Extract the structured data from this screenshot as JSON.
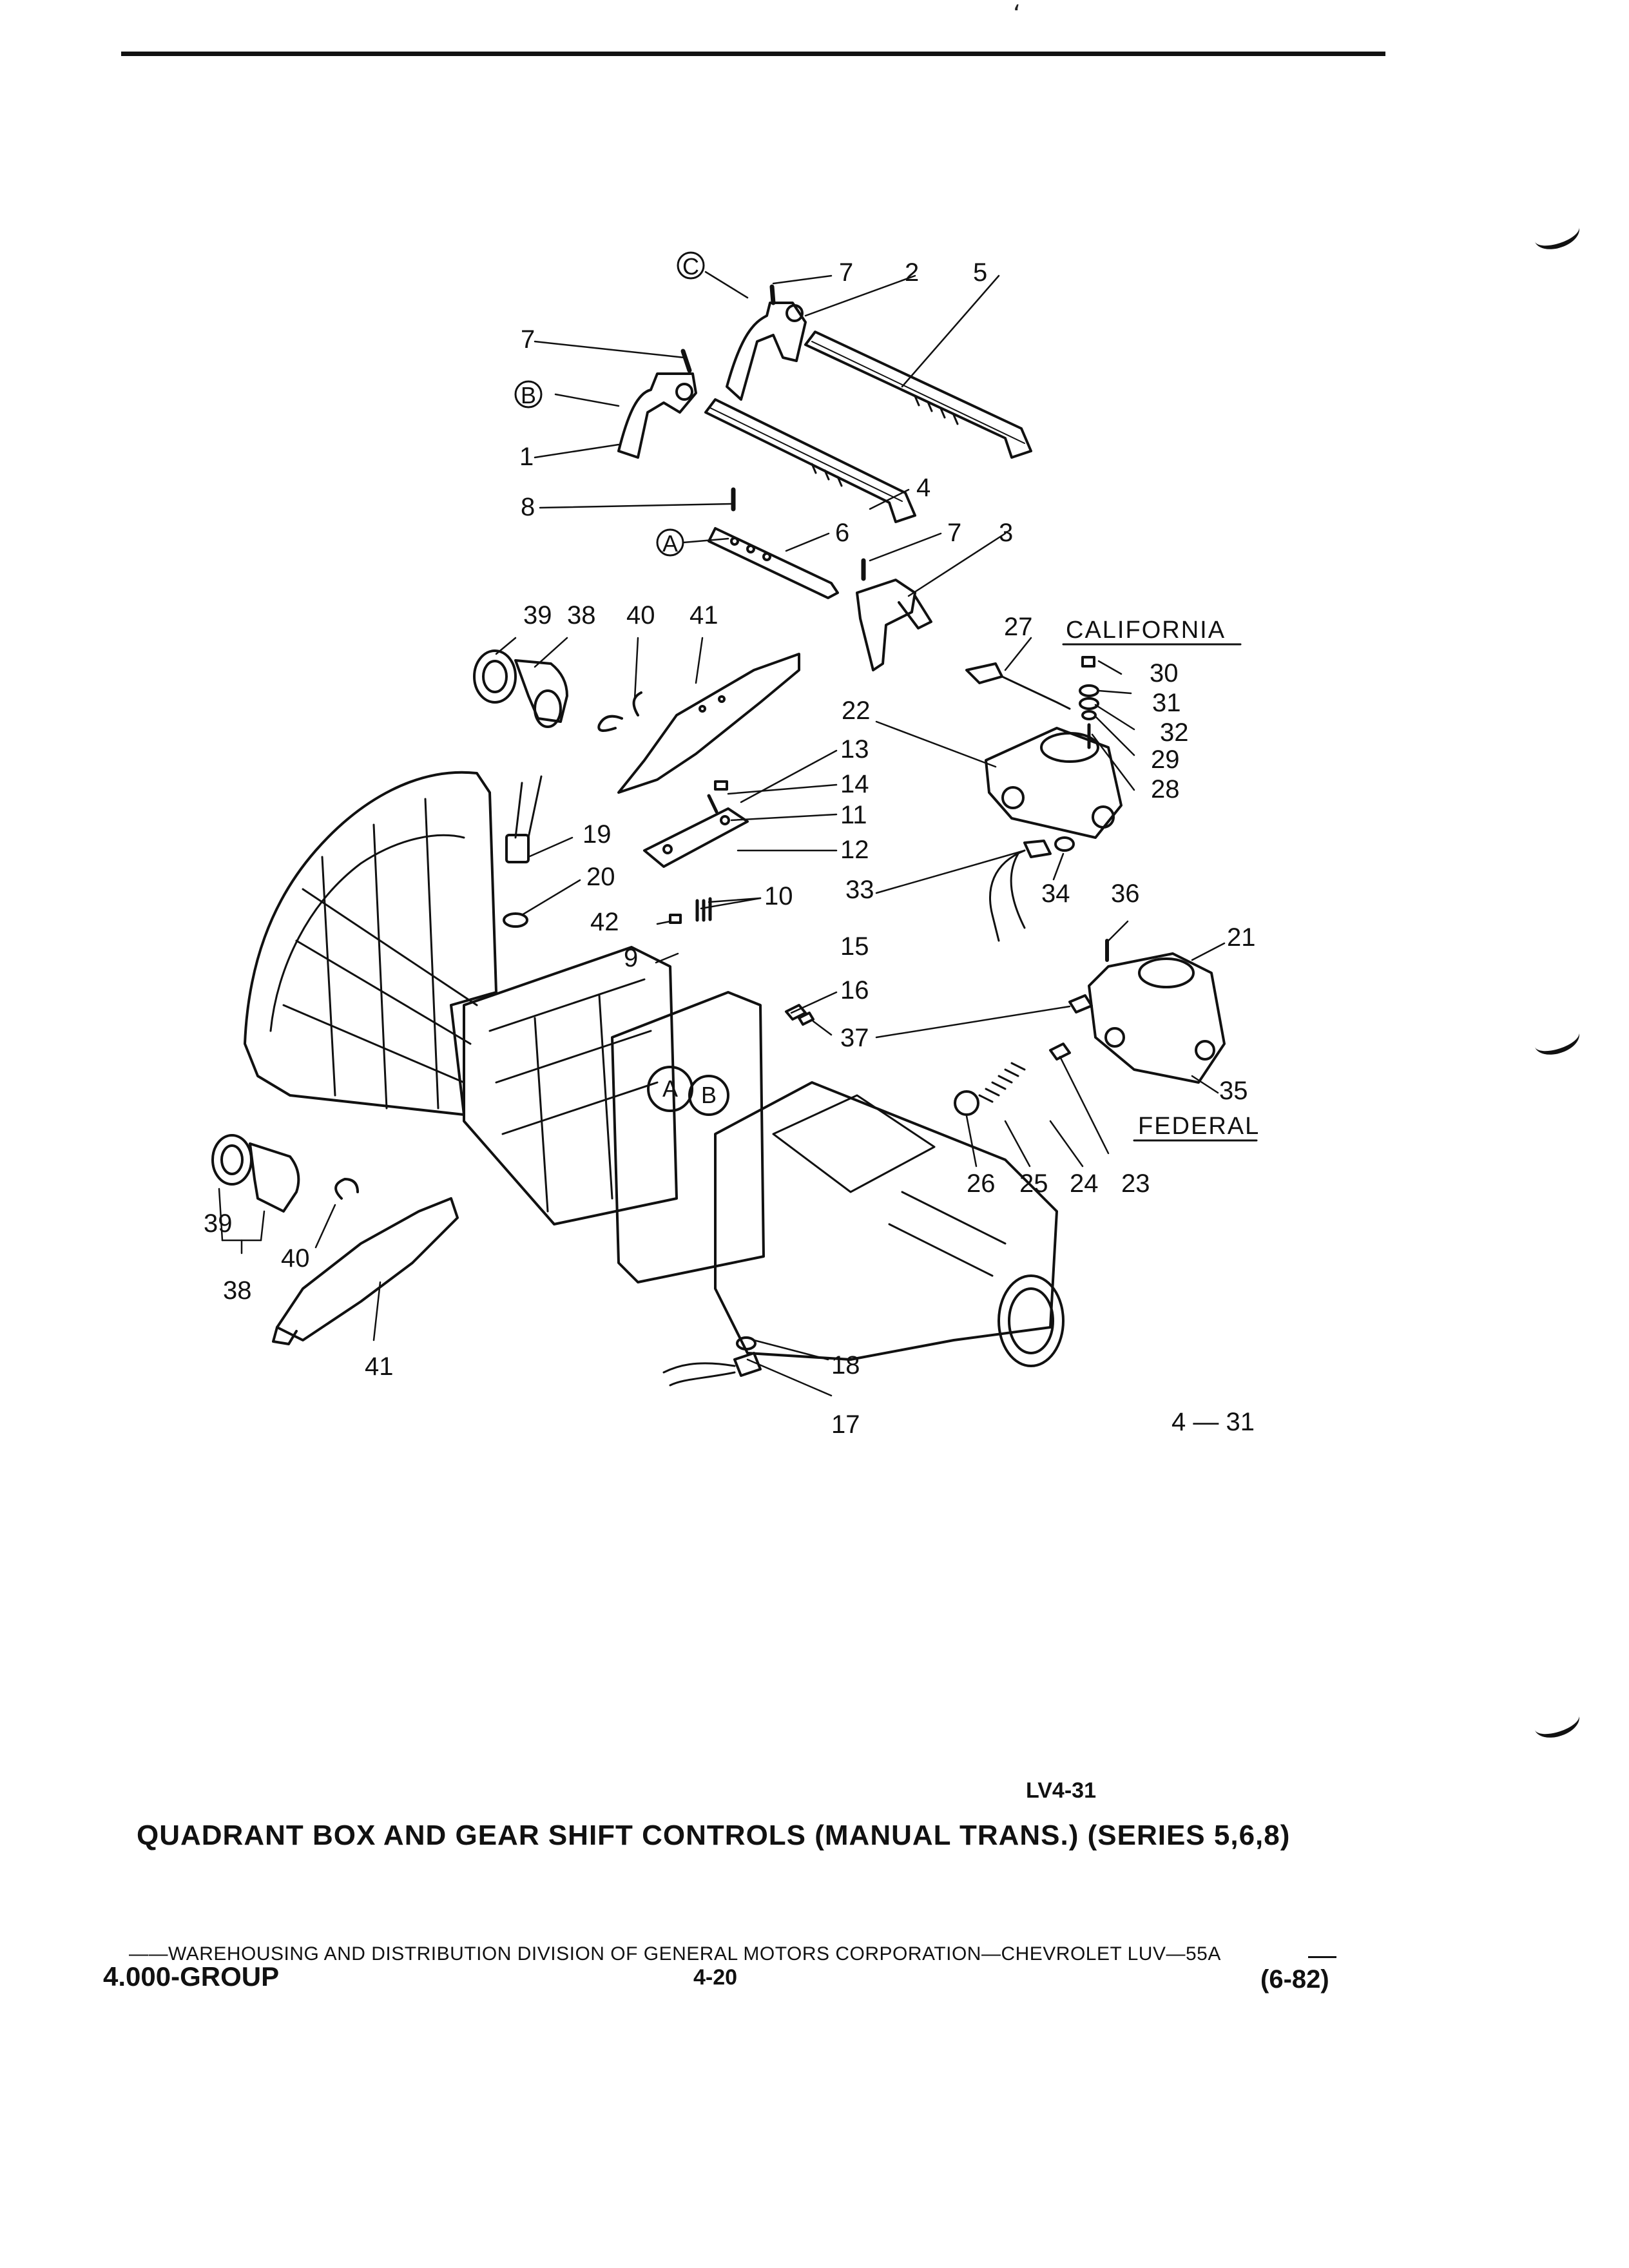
{
  "page": {
    "figure_id": "LV4-31",
    "caption": "QUADRANT BOX AND GEAR SHIFT CONTROLS (MANUAL TRANS.) (SERIES 5,6,8)",
    "footer_line": "——WAREHOUSING AND DISTRIBUTION  DIVISION OF GENERAL MOTORS CORPORATION—CHEVROLET LUV—55A",
    "footer_group": "4.000-GROUP",
    "footer_page": "4-20",
    "footer_date": "(6-82)"
  },
  "diagram": {
    "figure_ref": "4 — 31",
    "notes": {
      "california": "CALIFORNIA",
      "federal": "FEDERAL"
    },
    "markers": {
      "a": "A",
      "b": "B",
      "c": "C"
    },
    "callouts": {
      "n1": "1",
      "n2": "2",
      "n3": "3",
      "n4": "4",
      "n5": "5",
      "n6": "6",
      "n7": "7",
      "n8": "8",
      "n9": "9",
      "n10": "10",
      "n11": "11",
      "n12": "12",
      "n13": "13",
      "n14": "14",
      "n15": "15",
      "n16": "16",
      "n17": "17",
      "n18": "18",
      "n19": "19",
      "n20": "20",
      "n21": "21",
      "n22": "22",
      "n23": "23",
      "n24": "24",
      "n25": "25",
      "n26": "26",
      "n27": "27",
      "n28": "28",
      "n29": "29",
      "n30": "30",
      "n31": "31",
      "n32": "32",
      "n33": "33",
      "n34": "34",
      "n35": "35",
      "n36": "36",
      "n37": "37",
      "n38": "38",
      "n39": "39",
      "n40": "40",
      "n41": "41",
      "n42": "42"
    }
  }
}
